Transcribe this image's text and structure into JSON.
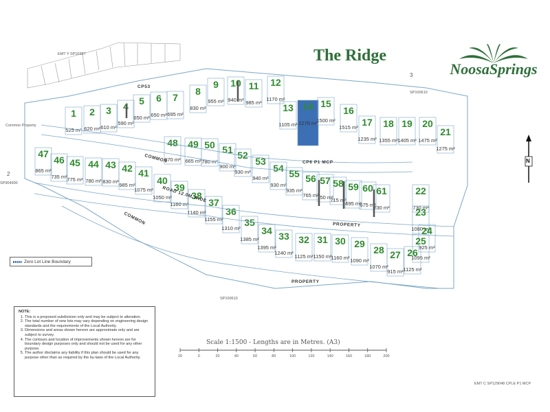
{
  "title": "The Ridge",
  "logo": {
    "text": "NoosaSprings",
    "icon": "palm-fan-icon",
    "color": "#2f6f3a"
  },
  "colors": {
    "lot_number": "#2e8b2e",
    "highlight": "#3c6fb4",
    "boundary": "#7aa6c8",
    "title": "#2f6f3a"
  },
  "highlighted_lot": "14",
  "lots": [
    {
      "id": "1",
      "area": "525"
    },
    {
      "id": "2",
      "area": "620"
    },
    {
      "id": "3",
      "area": "610"
    },
    {
      "id": "4",
      "area": "590"
    },
    {
      "id": "5",
      "area": "650"
    },
    {
      "id": "6",
      "area": "650"
    },
    {
      "id": "7",
      "area": "695"
    },
    {
      "id": "8",
      "area": "830"
    },
    {
      "id": "9",
      "area": "955"
    },
    {
      "id": "10",
      "area": "940"
    },
    {
      "id": "11",
      "area": "985"
    },
    {
      "id": "12",
      "area": "1170"
    },
    {
      "id": "13",
      "area": "1105"
    },
    {
      "id": "14",
      "area": "1270"
    },
    {
      "id": "15",
      "area": "1500"
    },
    {
      "id": "16",
      "area": "1515"
    },
    {
      "id": "17",
      "area": "1235"
    },
    {
      "id": "18",
      "area": "1355"
    },
    {
      "id": "19",
      "area": "1405"
    },
    {
      "id": "20",
      "area": "1475"
    },
    {
      "id": "21",
      "area": "1275"
    },
    {
      "id": "22",
      "area": "730"
    },
    {
      "id": "23",
      "area": "1080"
    },
    {
      "id": "24",
      "area": "925"
    },
    {
      "id": "25",
      "area": "1095"
    },
    {
      "id": "26",
      "area": "1125"
    },
    {
      "id": "27",
      "area": "915"
    },
    {
      "id": "28",
      "area": "1070"
    },
    {
      "id": "29",
      "area": "1090"
    },
    {
      "id": "30",
      "area": "1160"
    },
    {
      "id": "31",
      "area": "1150"
    },
    {
      "id": "32",
      "area": "1125"
    },
    {
      "id": "33",
      "area": "1240"
    },
    {
      "id": "34",
      "area": "1395"
    },
    {
      "id": "35",
      "area": "1385"
    },
    {
      "id": "36",
      "area": "1310"
    },
    {
      "id": "37",
      "area": "1155"
    },
    {
      "id": "38",
      "area": "1140"
    },
    {
      "id": "39",
      "area": "1160"
    },
    {
      "id": "40",
      "area": "1050"
    },
    {
      "id": "41",
      "area": "1075"
    },
    {
      "id": "42",
      "area": "985"
    },
    {
      "id": "43",
      "area": "830"
    },
    {
      "id": "44",
      "area": "780"
    },
    {
      "id": "45",
      "area": "775"
    },
    {
      "id": "46",
      "area": "735"
    },
    {
      "id": "47",
      "area": "865"
    },
    {
      "id": "48",
      "area": "870"
    },
    {
      "id": "49",
      "area": "665"
    },
    {
      "id": "50",
      "area": "780"
    },
    {
      "id": "51",
      "area": "900"
    },
    {
      "id": "52",
      "area": "930"
    },
    {
      "id": "53",
      "area": "940"
    },
    {
      "id": "54",
      "area": "930"
    },
    {
      "id": "55",
      "area": "935"
    },
    {
      "id": "56",
      "area": "765"
    },
    {
      "id": "57",
      "area": "750"
    },
    {
      "id": "58",
      "area": "715"
    },
    {
      "id": "59",
      "area": "695"
    },
    {
      "id": "60",
      "area": "675"
    },
    {
      "id": "61",
      "area": "730"
    }
  ],
  "labels": {
    "road": "ROAD 12.0M WIDE",
    "common_upper": "COMMON",
    "common_lower": "COMMON",
    "property_lower": "PROPERTY",
    "property_road": "PROPERTY",
    "cp_upper": "CP6 P1 MCP",
    "cp_top": "CP53",
    "common_property": "Common Property",
    "sp_right": "SP100610",
    "sp_bottom": "SP100610",
    "sp_left": "SP904900",
    "emt_top": "EMT Y SP10387",
    "emt_bottom": "EMT C SP129048 CPLE P1 MCP",
    "num_2": "2",
    "num_3": "3",
    "m2_unit": "m²"
  },
  "legend": {
    "zero_lot": "Zero Lot Line Boundary"
  },
  "notes": {
    "heading": "NOTE:",
    "items": [
      "This is a proposed subdivision only and may be subject to alteration.",
      "The total number of new lots may vary depending on engineering design standards and the requirements of the Local Authority.",
      "Dimensions and areas shown hereon are approximate only and are subject to survey.",
      "The contours and location of improvements shown hereon are for boundary design purposes only and should not be used for any other purpose.",
      "The author disclaims any liability if this plan should be used for any purpose other than as required by the by-laws of the Local Authority."
    ]
  },
  "scale": {
    "caption": "Scale 1:1500 - Lengths are in Metres. (A3)",
    "ticks": [
      "20",
      "0",
      "20",
      "40",
      "60",
      "80",
      "100",
      "120",
      "140",
      "160",
      "180",
      "200"
    ]
  },
  "compass": {
    "label": "N"
  }
}
